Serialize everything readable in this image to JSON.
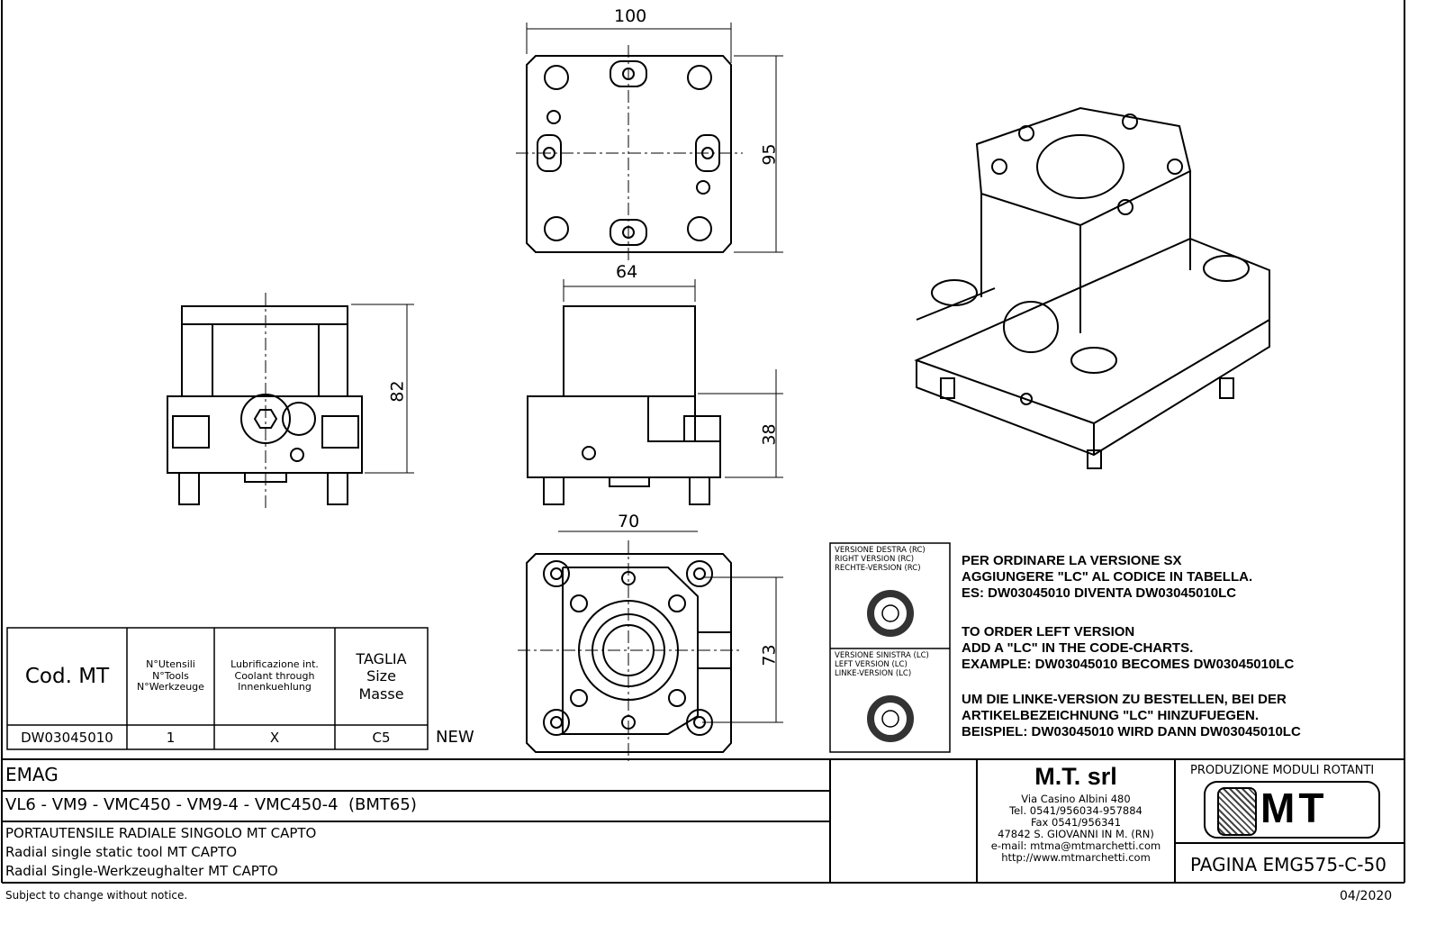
{
  "dimensions": {
    "top_width": "100",
    "top_height": "95",
    "side_width": "64",
    "front_height": "82",
    "side_height": "38",
    "bottom_width": "70",
    "bottom_height": "73"
  },
  "table": {
    "headers": [
      "Cod. MT",
      [
        "N°Utensili",
        "N°Tools",
        "N°Werkzeuge"
      ],
      [
        "Lubrificazione int.",
        "Coolant through",
        "Innenkuehlung"
      ],
      [
        "TAGLIA",
        "Size",
        "Masse"
      ]
    ],
    "row": {
      "code": "DW03045010",
      "tools": "1",
      "coolant": "X",
      "size": "C5",
      "badge": "NEW"
    }
  },
  "versions": {
    "right": [
      "VERSIONE DESTRA (RC)",
      "RIGHT VERSION (RC)",
      "RECHTE-VERSION (RC)"
    ],
    "left": [
      "VERSIONE SINISTRA (LC)",
      "LEFT VERSION (LC)",
      "LINKE-VERSION (LC)"
    ]
  },
  "notes": {
    "it": [
      "PER ORDINARE LA VERSIONE SX",
      "AGGIUNGERE \"LC\" AL CODICE IN TABELLA.",
      "ES: DW03045010 DIVENTA DW03045010LC"
    ],
    "en": [
      "TO ORDER LEFT VERSION",
      "ADD A \"LC\" IN THE CODE-CHARTS.",
      "EXAMPLE: DW03045010 BECOMES DW03045010LC"
    ],
    "de": [
      "UM DIE LINKE-VERSION ZU BESTELLEN, BEI DER",
      "ARTIKELBEZEICHNUNG \"LC\" HINZUFUEGEN.",
      "BEISPIEL: DW03045010 WIRD DANN DW03045010LC"
    ]
  },
  "title_block": {
    "machine": "EMAG",
    "models": "VL6 - VM9 - VMC450 - VM9-4 - VMC450-4  (BMT65)",
    "description": [
      "PORTAUTENSILE RADIALE SINGOLO MT CAPTO",
      "Radial single static tool MT CAPTO",
      "Radial Single-Werkzeughalter MT CAPTO"
    ],
    "company": "M.T. srl",
    "address": [
      "Via Casino Albini 480",
      "Tel. 0541/956034-957884",
      "Fax 0541/956341",
      "47842 S. GIOVANNI IN M. (RN)",
      "e-mail: mtma@mtmarchetti.com",
      "http://www.mtmarchetti.com"
    ],
    "division": "PRODUZIONE MODULI ROTANTI",
    "logo_text": "MT",
    "page": "PAGINA EMG575-C-50"
  },
  "footer": {
    "notice": "Subject to change without notice.",
    "date": "04/2020"
  }
}
